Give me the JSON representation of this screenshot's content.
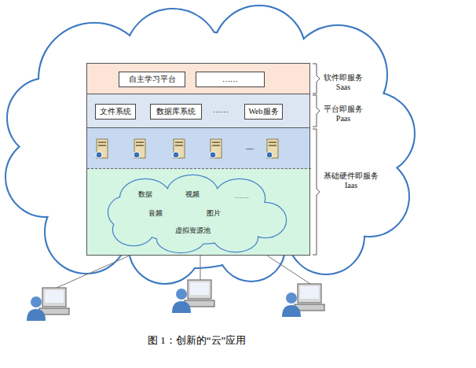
{
  "diagram": {
    "caption": "图 1：创新的“云”应用",
    "nodes": [
      {
        "text": [
          "软件即服务 Saas"
        ]
      },
      {
        "text": [
          "自主学习平台"
        ],
        "in": 0
      },
      {
        "text": [
          "……"
        ],
        "in": 0
      },
      {
        "text": [
          "平台即服务 Paas",
          "……"
        ]
      },
      {
        "text": [
          "文件系统"
        ],
        "in": 3
      },
      {
        "text": [
          "数据库系统"
        ],
        "in": 3
      },
      {
        "text": [
          "Web服务"
        ],
        "in": 3
      },
      {
        "text": [
          "基础硬件即服务 Iaas"
        ]
      },
      {
        "text": [
          "—"
        ],
        "in": 7
      },
      {
        "text": [
          "数据",
          "视频",
          "……",
          "音频",
          "图片",
          "虚拟资源池"
        ],
        "in": 7
      }
    ]
  }
}
